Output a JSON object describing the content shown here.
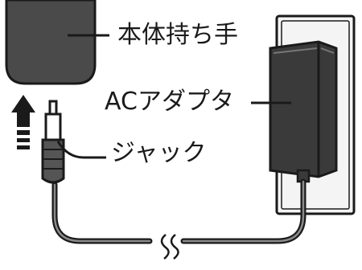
{
  "labels": {
    "handle": "本体持ち手",
    "adapter": "ACアダプタ",
    "jack": "ジャック"
  },
  "colors": {
    "ink": "#1a1a1a",
    "body_fill": "#4a4a4a",
    "adapter_fill": "#3a3a3a",
    "outlet_fill": "#f4f4f4",
    "background": "#ffffff"
  },
  "icons": [
    "insert-arrow-icon"
  ]
}
